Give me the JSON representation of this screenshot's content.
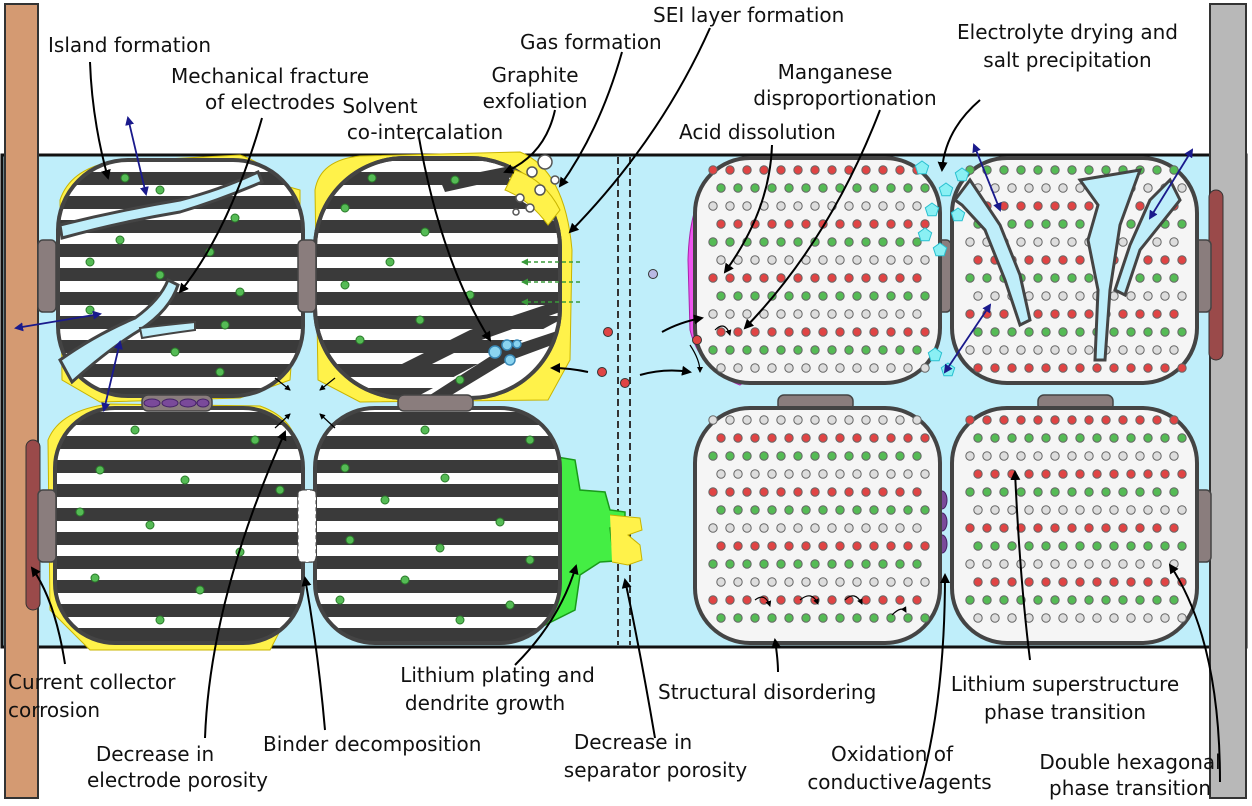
{
  "labels": {
    "island": "Island formation",
    "fracture1": "Mechanical fracture",
    "fracture2": "of electrodes",
    "solvent1": "Solvent",
    "solvent2": "co-intercalation",
    "graphite1": "Graphite",
    "graphite2": "exfoliation",
    "gas": "Gas formation",
    "sei": "SEI layer formation",
    "mn1": "Manganese",
    "mn2": "disproportionation",
    "acid": "Acid dissolution",
    "dry1": "Electrolyte drying and",
    "dry2": "salt precipitation",
    "cc1": "Current collector",
    "cc2": "corrosion",
    "porosity1": "Decrease in",
    "porosity2": "electrode porosity",
    "binder": "Binder decomposition",
    "plating1": "Lithium plating and",
    "plating2": "dendrite growth",
    "sep1": "Decrease in",
    "sep2": "separator porosity",
    "structural": "Structural disordering",
    "oxid1": "Oxidation of",
    "oxid2": "conductive agents",
    "super1": "Lithium superstructure",
    "super2": "phase transition",
    "hex1": "Double hexagonal",
    "hex2": "phase transition"
  },
  "colors": {
    "electrolyte": "#bfeefa",
    "copper_collector": "#d49a72",
    "aluminium_collector": "#b8b8b8",
    "graphite_stripe": "#3a3a3a",
    "sei_yellow": "#fff24a",
    "lithium_plating": "#44ee44",
    "manganese_film": "#ee55ee",
    "binder": "#8a7d7d",
    "oxygen_red": "#e04444",
    "lithium_green": "#55bb55",
    "arrow_blue": "#1a1a8c"
  }
}
